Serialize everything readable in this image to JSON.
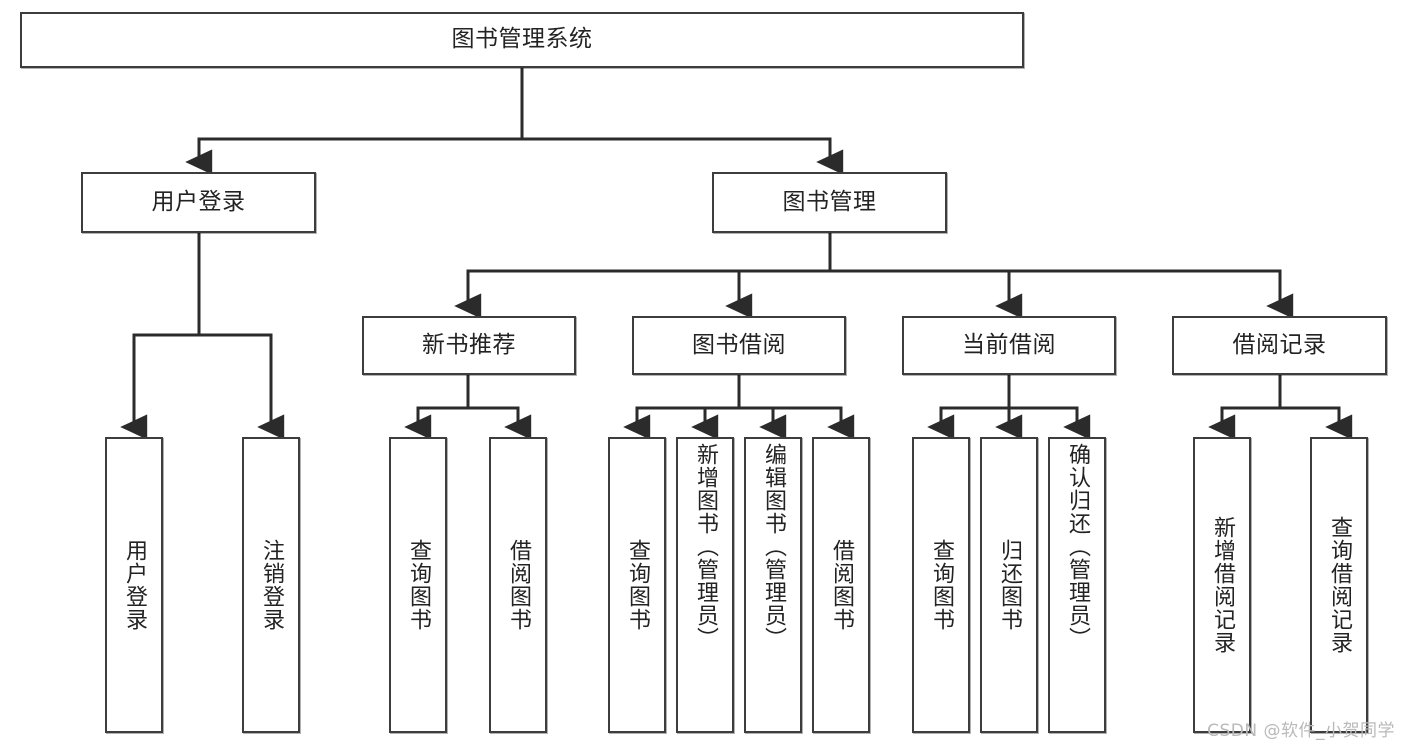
{
  "diagram": {
    "title": "图书管理系统",
    "type": "tree",
    "root": {
      "label": "图书管理系统"
    },
    "level2": [
      {
        "id": "user-login",
        "label": "用户登录"
      },
      {
        "id": "book-manage",
        "label": "图书管理"
      }
    ],
    "level3": [
      {
        "id": "new-book-recommend",
        "label": "新书推荐",
        "parent": "book-manage"
      },
      {
        "id": "book-borrow",
        "label": "图书借阅",
        "parent": "book-manage"
      },
      {
        "id": "current-borrow",
        "label": "当前借阅",
        "parent": "book-manage"
      },
      {
        "id": "borrow-record",
        "label": "借阅记录",
        "parent": "book-manage"
      }
    ],
    "leaves": [
      {
        "id": "leaf-user-login",
        "label": "用户登录",
        "parent": "user-login"
      },
      {
        "id": "leaf-logout-login",
        "label": "注销登录",
        "parent": "user-login"
      },
      {
        "id": "leaf-query-book-1",
        "label": "查询图书",
        "parent": "new-book-recommend"
      },
      {
        "id": "leaf-borrow-book-1",
        "label": "借阅图书",
        "parent": "new-book-recommend"
      },
      {
        "id": "leaf-query-book-2",
        "label": "查询图书",
        "parent": "book-borrow"
      },
      {
        "id": "leaf-add-book",
        "label": "新增图书（管理员）",
        "parent": "book-borrow"
      },
      {
        "id": "leaf-edit-book",
        "label": "编辑图书（管理员）",
        "parent": "book-borrow"
      },
      {
        "id": "leaf-borrow-book-2",
        "label": "借阅图书",
        "parent": "book-borrow"
      },
      {
        "id": "leaf-query-book-3",
        "label": "查询图书",
        "parent": "current-borrow"
      },
      {
        "id": "leaf-return-book",
        "label": "归还图书",
        "parent": "current-borrow"
      },
      {
        "id": "leaf-confirm-return",
        "label": "确认归还（管理员）",
        "parent": "current-borrow"
      },
      {
        "id": "leaf-add-record",
        "label": "新增借阅记录",
        "parent": "borrow-record"
      },
      {
        "id": "leaf-query-record",
        "label": "查询借阅记录",
        "parent": "borrow-record"
      }
    ],
    "colors": {
      "box_border": "#3d3d3d",
      "box_fill": "#ffffff",
      "edge": "#2b2b2b",
      "text": "#232323",
      "watermark": "#b9b9b9"
    }
  },
  "watermark": {
    "text": "CSDN @软件_小贺同学"
  }
}
